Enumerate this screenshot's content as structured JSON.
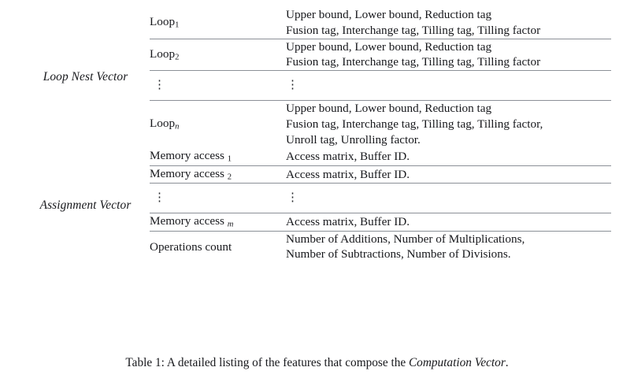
{
  "document": {
    "caption_prefix": "Table 1: A detailed listing of the features that compose the ",
    "caption_emphasis": "Computation Vector",
    "caption_suffix": "."
  },
  "table": {
    "groups": [
      {
        "label": "Loop Nest Vector",
        "rows": [
          {
            "key_base": "Loop",
            "key_subscript": "1",
            "key_subscript_italic": false,
            "values": [
              "Upper bound, Lower bound, Reduction tag",
              "Fusion tag, Interchange tag, Tilling tag, Tilling factor"
            ]
          },
          {
            "key_base": "Loop",
            "key_subscript": "2",
            "key_subscript_italic": false,
            "values": [
              "Upper bound, Lower bound, Reduction tag",
              "Fusion tag, Interchange tag, Tilling tag, Tilling factor"
            ]
          },
          {
            "key_base": "",
            "key_subscript": "",
            "key_subscript_italic": false,
            "is_ellipsis": true,
            "ellipsis_glyph": "⋮",
            "values": []
          },
          {
            "key_base": "Loop",
            "key_subscript": "n",
            "key_subscript_italic": true,
            "values": [
              "Upper bound, Lower bound, Reduction tag",
              "Fusion tag, Interchange tag, Tilling tag, Tilling factor,",
              "Unroll tag, Unrolling factor."
            ]
          }
        ]
      },
      {
        "label": "Assignment Vector",
        "rows": [
          {
            "key_base": "Memory access ",
            "key_subscript": "1",
            "key_subscript_italic": false,
            "values": [
              "Access matrix, Buffer ID."
            ]
          },
          {
            "key_base": "Memory access ",
            "key_subscript": "2",
            "key_subscript_italic": false,
            "values": [
              "Access matrix, Buffer ID."
            ]
          },
          {
            "key_base": "",
            "key_subscript": "",
            "key_subscript_italic": false,
            "is_ellipsis": true,
            "ellipsis_glyph": "⋮",
            "values": []
          },
          {
            "key_base": "Memory access ",
            "key_subscript": "m",
            "key_subscript_italic": true,
            "values": [
              "Access matrix, Buffer ID."
            ]
          },
          {
            "key_base": "Operations count",
            "key_subscript": "",
            "key_subscript_italic": false,
            "values": [
              "Number of Additions, Number of Multiplications,",
              "Number of Subtractions, Number of Divisions."
            ]
          }
        ]
      }
    ]
  },
  "colors": {
    "text": "#17181c",
    "rule_dark": "#3b3f46",
    "rule_mid": "#6d737c",
    "rule_light": "#8b9097",
    "background": "#ffffff"
  }
}
